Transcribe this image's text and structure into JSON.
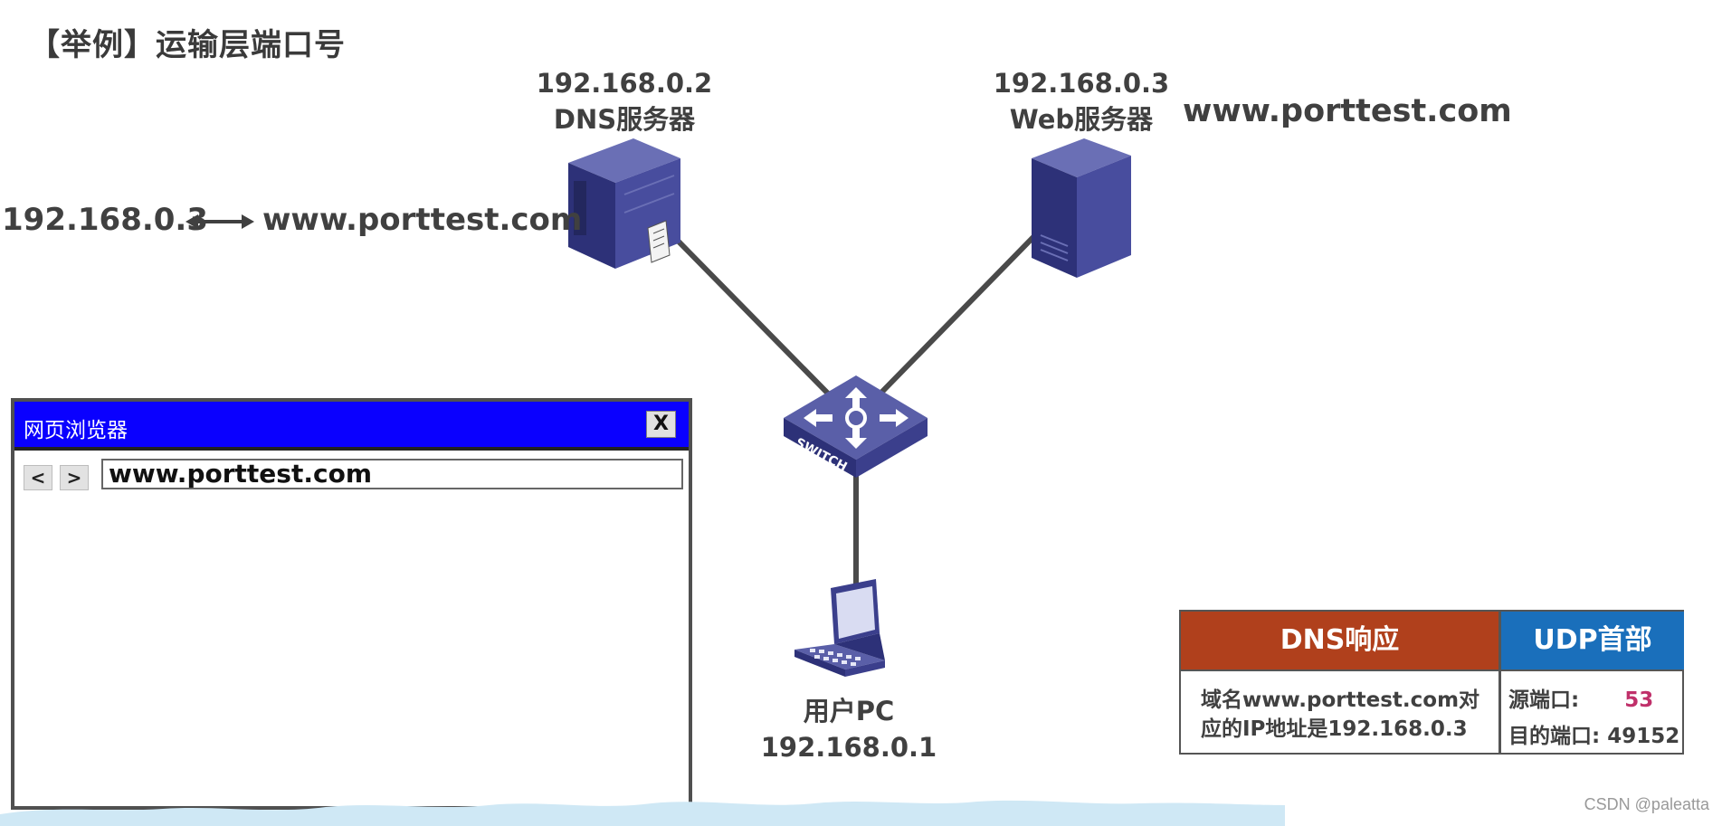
{
  "page_title": "【举例】运输层端口号",
  "dns_server": {
    "ip": "192.168.0.2",
    "name": "DNS服务器"
  },
  "web_server": {
    "ip": "192.168.0.3",
    "name": "Web服务器",
    "domain": "www.porttest.com"
  },
  "user_pc": {
    "name": "用户PC",
    "ip": "192.168.0.1"
  },
  "switch_label": "SWITCH",
  "dns_mapping": {
    "ip": "192.168.0.3",
    "domain": "www.porttest.com"
  },
  "browser": {
    "title": "网页浏览器",
    "close_label": "X",
    "back_label": "<",
    "forward_label": ">",
    "address": "www.porttest.com"
  },
  "packet": {
    "dns_header": "DNS响应",
    "udp_header": "UDP首部",
    "dns_body_line1": "域名www.porttest.com对",
    "dns_body_line2": "应的IP地址是192.168.0.3",
    "src_port_label": "源端口:",
    "src_port_value": "53",
    "dst_port_label": "目的端口:",
    "dst_port_value": "49152"
  },
  "colors": {
    "dns_header": "#b0401c",
    "udp_header": "#1a6fbb",
    "browser_titlebar": "#0a00ff",
    "device": "#3b3f8c",
    "port_highlight": "#c0306a"
  },
  "watermark": "CSDN @paleatta"
}
